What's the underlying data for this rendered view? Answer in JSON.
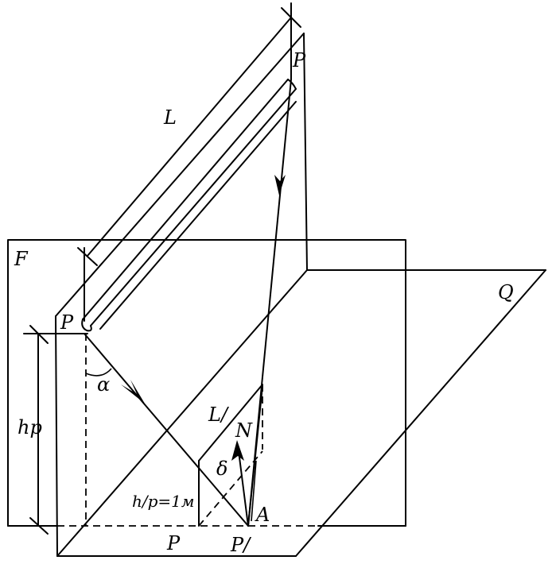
{
  "labels": {
    "F": "F",
    "Q": "Q",
    "L": "L",
    "L_prime": "L/",
    "P_top": "P",
    "P_left": "P",
    "P_bottom": "P",
    "P_prime": "P/",
    "alpha": "α",
    "h_p": "hp",
    "h_p_prime": "h/p=1м",
    "N": "N",
    "delta": "δ",
    "A": "A"
  }
}
